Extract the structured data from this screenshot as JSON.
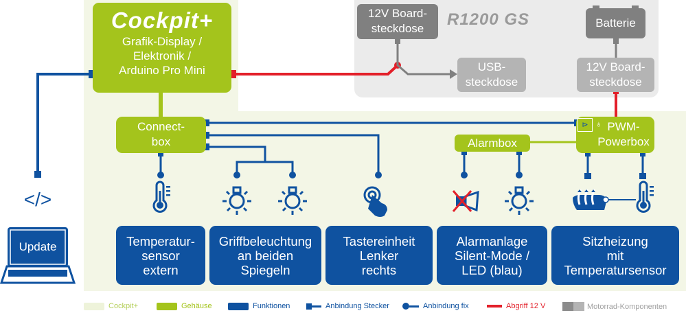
{
  "colors": {
    "cockpit_bg": "#f3f6e6",
    "housing": "#a4c41c",
    "functions": "#0f52a0",
    "tap_12v": "#e3202a",
    "motorcycle_dark": "#808080",
    "motorcycle_light": "#b4b4b4",
    "motorcycle_panel": "#ebebeb"
  },
  "cockpit": {
    "title": "Cockpit+",
    "subtitle": "Grafik-Display /\nElektronik /\nArduino Pro Mini"
  },
  "connectbox": {
    "label": "Connect-\nbox"
  },
  "alarmbox": {
    "label": "Alarmbox"
  },
  "powerbox": {
    "label": "PWM-\nPowerbox"
  },
  "motorcycle": {
    "logo": "R1200 GS",
    "socket_top": "12V Board-\nsteckdose",
    "usb_socket": "USB-\nsteckdose",
    "battery": "Batterie",
    "socket_right": "12V Board-\nsteckdose"
  },
  "update": {
    "code_icon_text": "</>",
    "laptop_label": "Update"
  },
  "functions": [
    {
      "label": "Temperatur-\nsensor\nextern",
      "icons": [
        "thermometer-icon"
      ]
    },
    {
      "label": "Griffbeleuchtung\nan beiden\nSpiegeln",
      "icons": [
        "light-bulb-icon",
        "light-bulb-icon"
      ]
    },
    {
      "label": "Tastereinheit\nLenker\nrechts",
      "icons": [
        "touch-hand-icon"
      ]
    },
    {
      "label": "Alarmanlage\nSilent-Mode /\nLED (blau)",
      "icons": [
        "horn-muted-icon",
        "light-bulb-icon"
      ]
    },
    {
      "label": "Sitzheizung\nmit\nTemperatursensor",
      "icons": [
        "seat-heating-icon",
        "thermometer-icon"
      ]
    }
  ],
  "legend": [
    {
      "label": "Cockpit+",
      "type": "cockpit"
    },
    {
      "label": "Gehäuse",
      "type": "housing"
    },
    {
      "label": "Funktionen",
      "type": "functions"
    },
    {
      "label": "Anbindung Stecker",
      "type": "plug"
    },
    {
      "label": "Anbindung fix",
      "type": "fixed"
    },
    {
      "label": "Abgriff 12 V",
      "type": "tap"
    },
    {
      "label": "Motorrad-Komponenten",
      "type": "motorcycle"
    }
  ]
}
